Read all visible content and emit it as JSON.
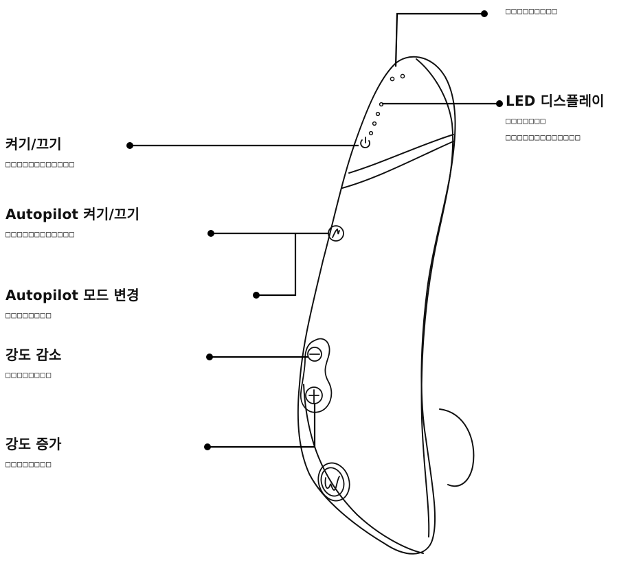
{
  "labels": {
    "top": {
      "title": "",
      "desc": [
        "□□□□□□□□□"
      ]
    },
    "led": {
      "title": "LED 디스플레이",
      "desc": [
        "□□□□□□□",
        "□□□□□□□□□□□□□"
      ]
    },
    "power": {
      "title": "켜기/끄기",
      "desc": [
        "□□□□□□□□□□□□"
      ]
    },
    "autopilot_toggle": {
      "title": "Autopilot 켜기/끄기",
      "desc": [
        "□□□□□□□□□□□□"
      ]
    },
    "autopilot_mode": {
      "title": "Autopilot 모드 변경",
      "desc": [
        "□□□□□□□□"
      ]
    },
    "intensity_down": {
      "title": "강도 감소",
      "desc": [
        "□□□□□□□□"
      ]
    },
    "intensity_up": {
      "title": "강도 증가",
      "desc": [
        "□□□□□□□□"
      ]
    }
  },
  "colors": {
    "ink": "#111111",
    "background": "#ffffff"
  },
  "icons": [
    "power-icon",
    "autopilot-icon",
    "minus-icon",
    "plus-icon",
    "brand-logo-icon"
  ]
}
